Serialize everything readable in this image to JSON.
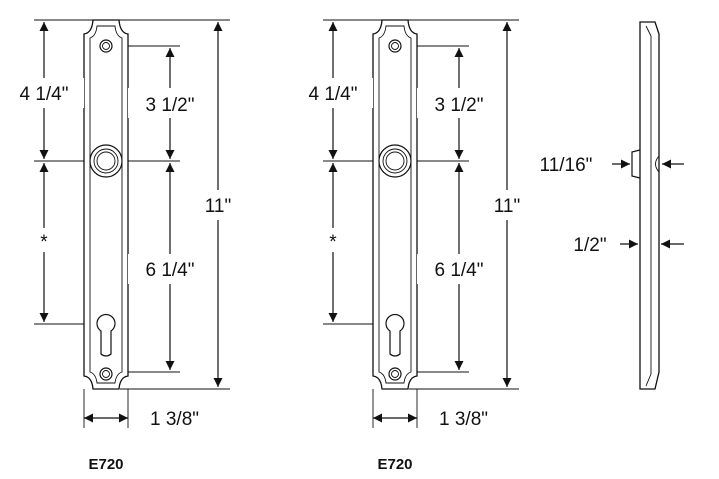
{
  "plates": [
    {
      "model": "E720",
      "dims": {
        "top": "4 1/4\"",
        "upper": "3 1/2\"",
        "lower": "6 1/4\"",
        "overall": "11\"",
        "width": "1 3/8\"",
        "variable": "*"
      }
    },
    {
      "model": "E720",
      "dims": {
        "top": "4 1/4\"",
        "upper": "3 1/2\"",
        "lower": "6 1/4\"",
        "overall": "11\"",
        "width": "1 3/8\"",
        "variable": "*"
      }
    }
  ],
  "side_view": {
    "dims": {
      "knob_projection": "11/16\"",
      "thickness": "1/2\""
    }
  }
}
